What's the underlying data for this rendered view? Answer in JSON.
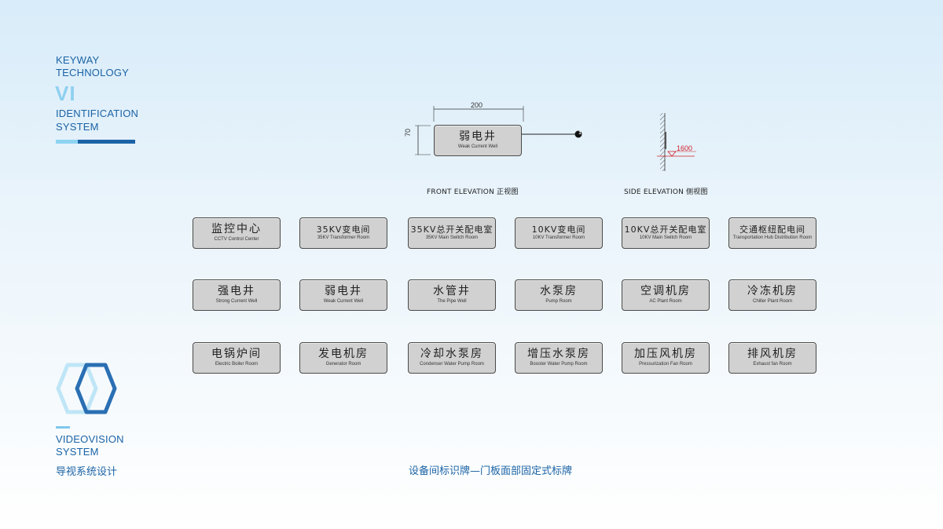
{
  "brand": {
    "line1": "KEYWAY",
    "line2": "TECHNOLOGY",
    "vi": "VI",
    "line3": "IDENTIFICATION",
    "line4": "SYSTEM",
    "bottom1": "VIDEOVISION",
    "bottom2": "SYSTEM",
    "cn_subtitle": "导视系统设计"
  },
  "colors": {
    "brand_blue": "#1b63a6",
    "light_blue": "#8ed3f2",
    "sign_fill": "#d1d1d1",
    "dim_red": "#d0202a"
  },
  "front_elevation": {
    "width_dim": "200",
    "height_dim": "70",
    "sign_cn": "弱电井",
    "sign_en": "Weak Current Well",
    "callout": "1",
    "label": "FRONT  ELEVATION  正视图"
  },
  "side_elevation": {
    "height_dim": "1600",
    "label": "SIDE  ELEVATION  侧视图"
  },
  "signs": [
    {
      "cn": "监控中心",
      "en": "CCTV Control Center"
    },
    {
      "cn": "35KV变电间",
      "en": "35KV Transformer Room"
    },
    {
      "cn": "35KV总开关配电室",
      "en": "35KV Main Switch Room"
    },
    {
      "cn": "10KV变电间",
      "en": "10KV Transformer Room"
    },
    {
      "cn": "10KV总开关配电室",
      "en": "10KV Main Switch Room"
    },
    {
      "cn": "交通枢纽配电间",
      "en": "Transportation Hub Distribution Room"
    },
    {
      "cn": "强电井",
      "en": "Strong Current Well"
    },
    {
      "cn": "弱电井",
      "en": "Weak Current Well"
    },
    {
      "cn": "水管井",
      "en": "The Pipe Well"
    },
    {
      "cn": "水泵房",
      "en": "Pump Room"
    },
    {
      "cn": "空调机房",
      "en": "AC Plant Room"
    },
    {
      "cn": "冷冻机房",
      "en": "Chiller Plant Room"
    },
    {
      "cn": "电锅炉间",
      "en": "Electric Boiler Room"
    },
    {
      "cn": "发电机房",
      "en": "Generator Room"
    },
    {
      "cn": "冷却水泵房",
      "en": "Condenser Water Pump Room"
    },
    {
      "cn": "增压水泵房",
      "en": "Booster Water Pump Room"
    },
    {
      "cn": "加压风机房",
      "en": "Pressurization Fan Room"
    },
    {
      "cn": "排风机房",
      "en": "Exhaust fan Room"
    }
  ],
  "caption": "设备间标识牌—门板面部固定式标牌"
}
